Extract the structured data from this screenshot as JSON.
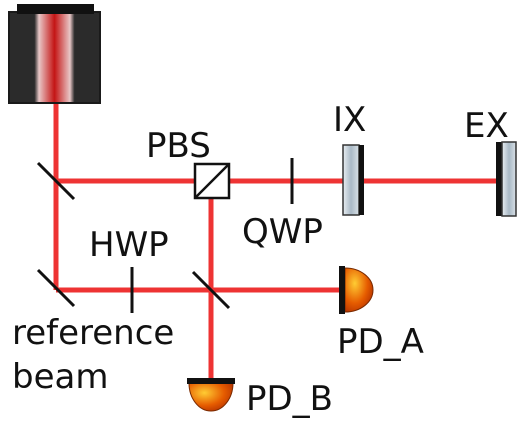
{
  "labels": {
    "pbs": "PBS",
    "ix": "IX",
    "ex": "EX",
    "qwp": "QWP",
    "hwp": "HWP",
    "reference_beam_line1": "reference",
    "reference_beam_line2": "beam",
    "pd_a": "PD_A",
    "pd_b": "PD_B"
  },
  "colors": {
    "beam": "#ee3333",
    "laser_core": "#cc1a1a",
    "laser_body": "#2b2b2b",
    "mirror_glass": "#b9c7d2",
    "optic_black": "#111111",
    "photodiode": "#e05a00"
  }
}
